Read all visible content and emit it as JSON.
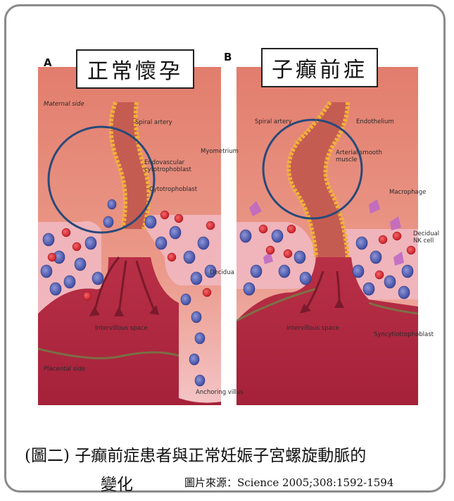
{
  "panels": {
    "a": {
      "letter": "A",
      "title": "正常懷孕"
    },
    "b": {
      "letter": "B",
      "title": "子癲前症"
    }
  },
  "labels": {
    "maternal_side": "Maternal side",
    "placental_side": "Placental side",
    "spiral_artery_a": "Spiral artery",
    "spiral_artery_b": "Spiral artery",
    "endovascular_1": "Endovascular",
    "endovascular_2": "cytotrophoblast",
    "cytotrophoblast": "Cytotrophoblast",
    "myometrium": "Myometrium",
    "endothelium": "Endothelium",
    "arterial_1": "Arterial smooth",
    "arterial_2": "muscle",
    "macrophage": "Macrophage",
    "decidual_nk_1": "Decidual",
    "decidual_nk_2": "NK cell",
    "decidua": "Decidua",
    "intervillous_a": "Intervillous space",
    "intervillous_b": "Intervillous space",
    "syncytiotrophoblast": "Syncytiotrophoblast",
    "anchoring_villus": "Anchoring villus"
  },
  "caption": {
    "line1": "(圖二) 子癲前症患者與正常妊娠子宮螺旋動脈的",
    "line2": "變化",
    "source": "圖片來源：Science 2005;308:1592-1594"
  },
  "colors": {
    "tissue": "#e58476",
    "decidua": "#f1bac4",
    "placenta": "#b52d3f",
    "artery_wall": "#f0b13a",
    "circle": "#274a7a",
    "trophoblast": "#5563b5",
    "rbc": "#d8262e"
  }
}
